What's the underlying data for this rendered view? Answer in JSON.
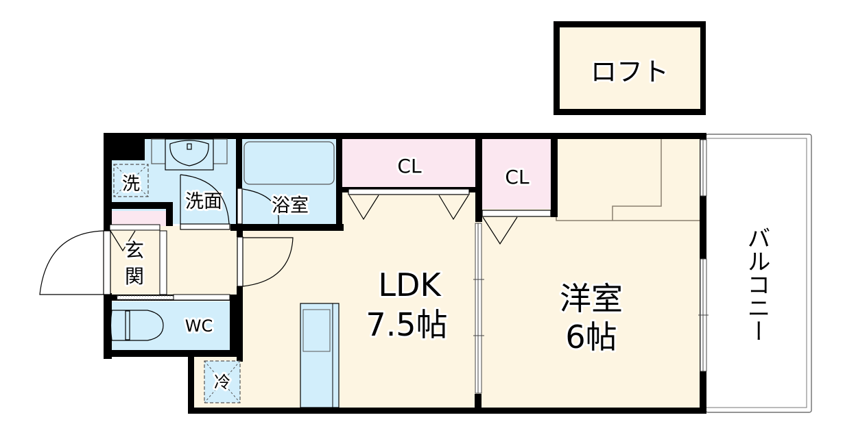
{
  "colors": {
    "wall": "#000000",
    "floor_room": "#fdf5e2",
    "wet_area": "#d2eefb",
    "closet": "#fbe7f0",
    "balcony": "#ffffff",
    "line": "#7a7060"
  },
  "rooms": {
    "loft": {
      "label": "ロフト"
    },
    "ldk": {
      "label": "LDK",
      "size": "7.5帖"
    },
    "western": {
      "label": "洋室",
      "size": "6帖"
    },
    "closet_ldk": {
      "label": "CL"
    },
    "closet_western": {
      "label": "CL"
    },
    "washroom": {
      "label": "洗面"
    },
    "bath": {
      "label": "浴室"
    },
    "entrance": {
      "label_top": "玄",
      "label_bottom": "関"
    },
    "toilet": {
      "label": "WC"
    },
    "balcony": {
      "label": "バルコニー"
    }
  },
  "fixtures": {
    "washer": {
      "label": "洗"
    },
    "fridge": {
      "label": "冷"
    }
  }
}
